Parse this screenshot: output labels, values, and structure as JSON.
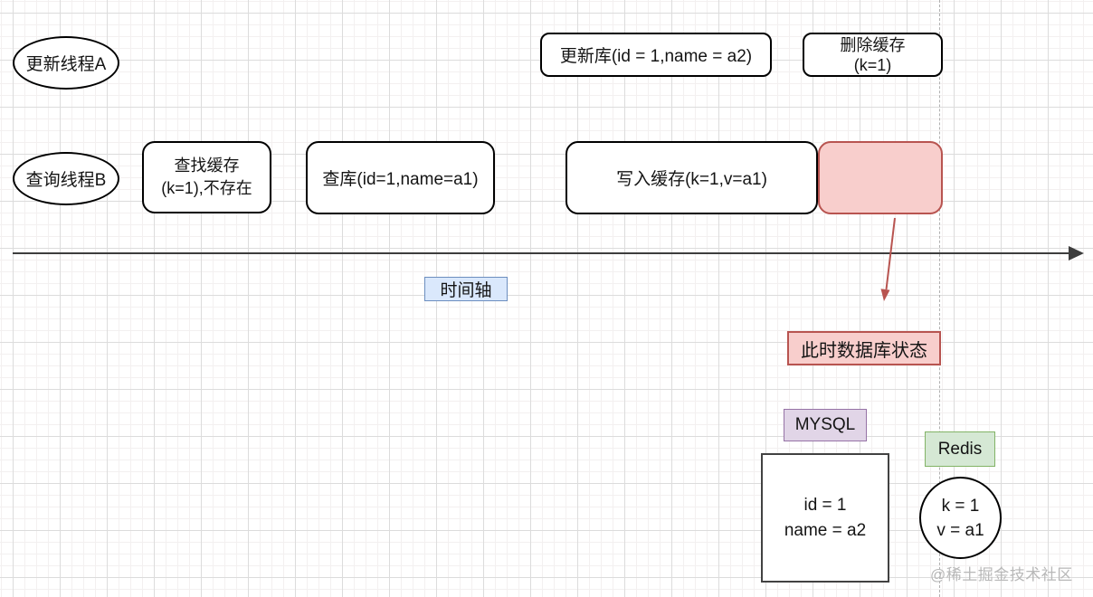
{
  "diagram": {
    "threads": {
      "a": "更新线程A",
      "b": "查询线程B"
    },
    "boxes": {
      "find_cache_line1": "查找缓存",
      "find_cache_line2": "(k=1),不存在",
      "query_db": "查库(id=1,name=a1)",
      "update_db": "更新库(id = 1,name = a2)",
      "delete_cache_line1": "删除缓存",
      "delete_cache_line2": "(k=1)",
      "write_cache": "写入缓存(k=1,v=a1)"
    },
    "labels": {
      "timeline": "时间轴",
      "db_state": "此时数据库状态",
      "mysql": "MYSQL",
      "redis": "Redis"
    },
    "mysql_state": {
      "line1": "id = 1",
      "line2": "name = a2"
    },
    "redis_state": {
      "line1": "k = 1",
      "line2": "v = a1"
    },
    "watermark": "@稀土掘金技术社区",
    "colors": {
      "pink_fill": "#F8CECC",
      "pink_stroke": "#B85450",
      "blue_fill": "#DAE8FC",
      "blue_stroke": "#6C8EBF",
      "purple_fill": "#E1D5E7",
      "purple_stroke": "#9673A6",
      "green_fill": "#D5E8D4",
      "green_stroke": "#82B366"
    }
  }
}
